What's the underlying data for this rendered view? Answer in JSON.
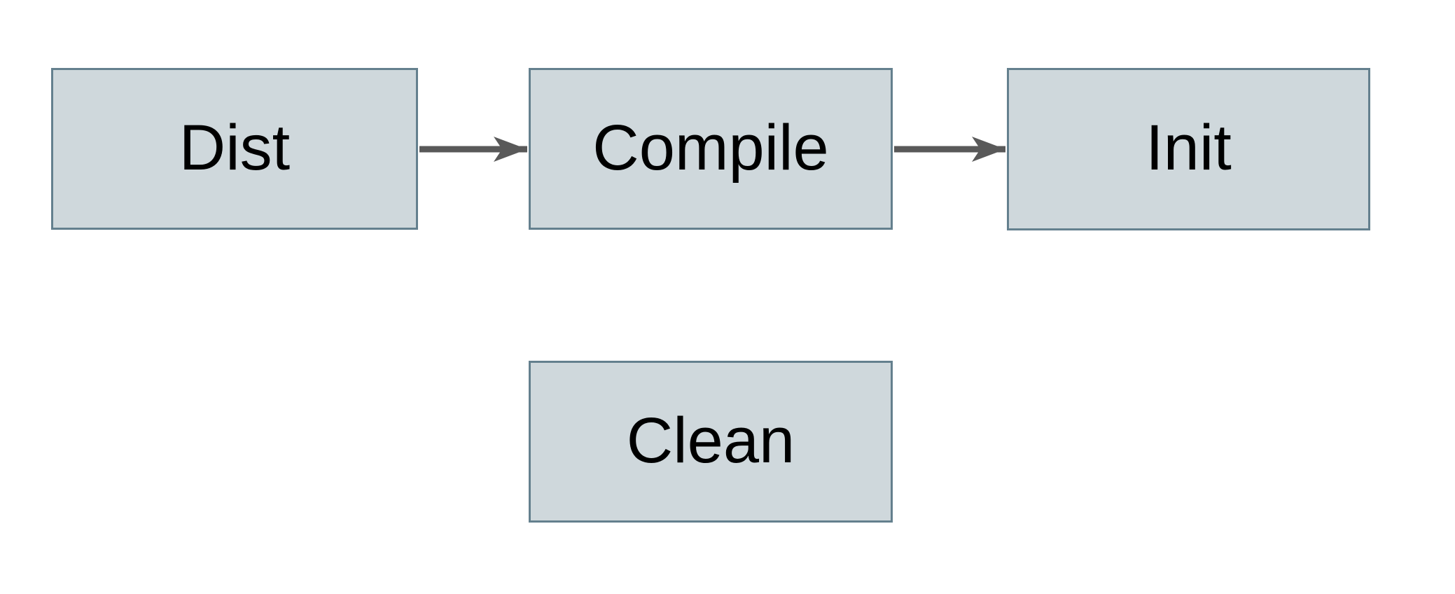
{
  "diagram": {
    "type": "flowchart",
    "colors": {
      "canvas_bg": "#ffffff",
      "node_fill": "#cfd8dc",
      "node_border": "#64808e",
      "arrow_color": "#595959",
      "text_color": "#000000"
    },
    "nodes": [
      {
        "id": "dist",
        "label": "Dist"
      },
      {
        "id": "compile",
        "label": "Compile"
      },
      {
        "id": "init",
        "label": "Init"
      },
      {
        "id": "clean",
        "label": "Clean"
      }
    ],
    "edges": [
      {
        "from": "Dist",
        "to": "Compile"
      },
      {
        "from": "Compile",
        "to": "Init"
      }
    ]
  }
}
